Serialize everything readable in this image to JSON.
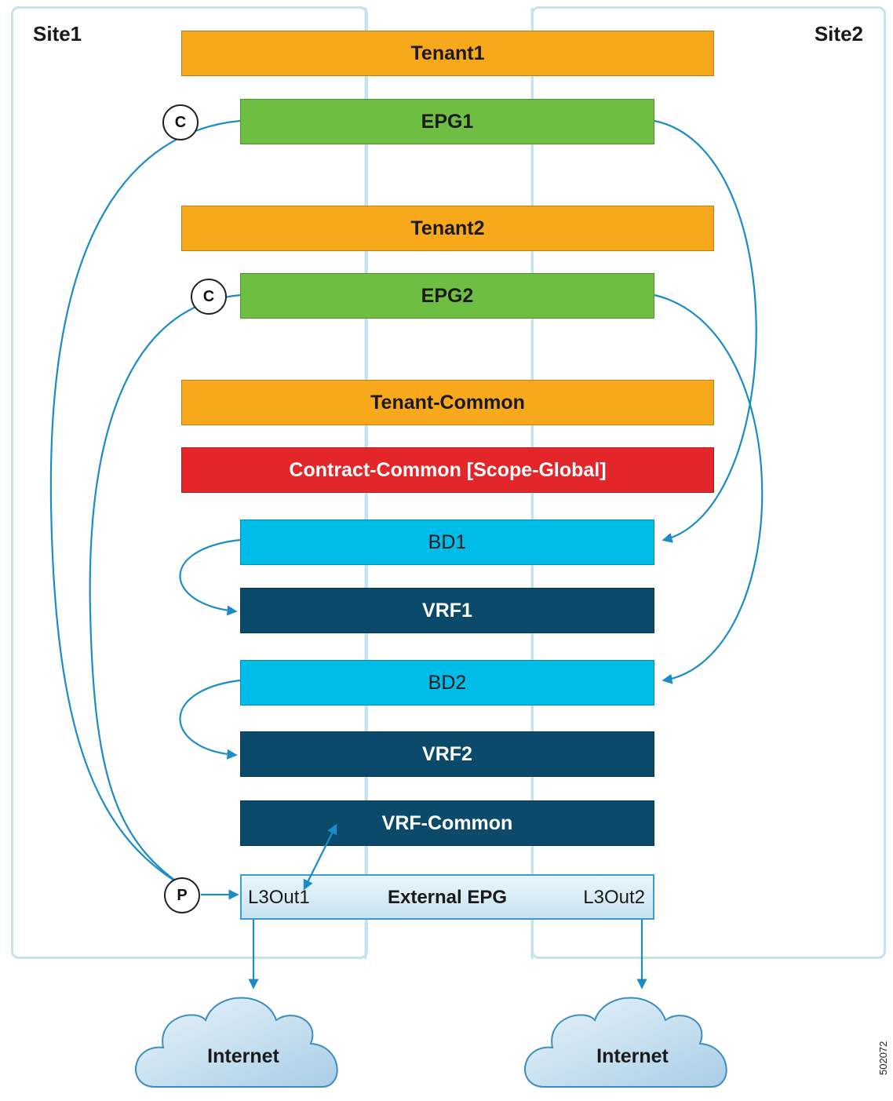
{
  "sites": {
    "site1": "Site1",
    "site2": "Site2"
  },
  "tenants": {
    "tenant1": "Tenant1",
    "tenant2": "Tenant2",
    "tenant_common": "Tenant-Common"
  },
  "epgs": {
    "epg1": "EPG1",
    "epg2": "EPG2"
  },
  "contract": "Contract-Common [Scope-Global]",
  "bds": {
    "bd1": "BD1",
    "bd2": "BD2"
  },
  "vrfs": {
    "vrf1": "VRF1",
    "vrf2": "VRF2",
    "vrf_common": "VRF-Common"
  },
  "external_epg": {
    "label": "External EPG",
    "l3out1": "L3Out1",
    "l3out2": "L3Out2"
  },
  "badges": {
    "consumer": "C",
    "provider": "P"
  },
  "clouds": {
    "left": "Internet",
    "right": "Internet"
  },
  "figure_id": "502072",
  "colors": {
    "tenant": "#f7a81b",
    "epg": "#6fbe44",
    "contract": "#e2262a",
    "bd": "#00bce8",
    "vrf": "#0b4a6b",
    "arrow": "#1a8cc7",
    "site_border": "#c6e2ef"
  }
}
